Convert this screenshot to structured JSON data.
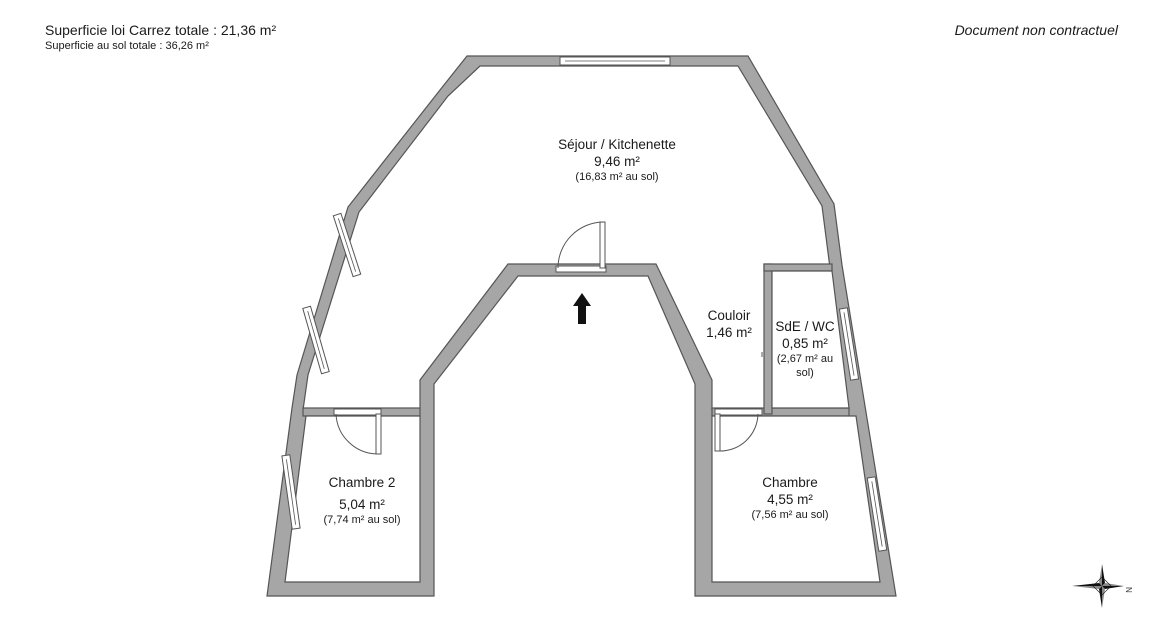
{
  "header": {
    "carrez_total": "Superficie loi Carrez totale : 21,36 m²",
    "sol_total": "Superficie au sol totale : 36,26 m²",
    "disclaimer": "Document non contractuel"
  },
  "rooms": {
    "sejour": {
      "name": "Séjour / Kitchenette",
      "area": "9,46 m²",
      "sol": "(16,83 m² au sol)"
    },
    "couloir": {
      "name": "Couloir",
      "area": "1,46 m²"
    },
    "sde": {
      "name": "SdE / WC",
      "area": "0,85 m²",
      "sol": "(2,67 m² au sol)"
    },
    "chambre2": {
      "name": "Chambre 2",
      "area": "5,04 m²",
      "sol": "(7,74 m² au sol)"
    },
    "chambre": {
      "name": "Chambre",
      "area": "4,55 m²",
      "sol": "(7,56 m² au sol)"
    }
  },
  "compass": {
    "north_label": "N"
  },
  "colors": {
    "wall": "#a6a6a6",
    "outline": "#555555",
    "text": "#1a1a1a"
  }
}
